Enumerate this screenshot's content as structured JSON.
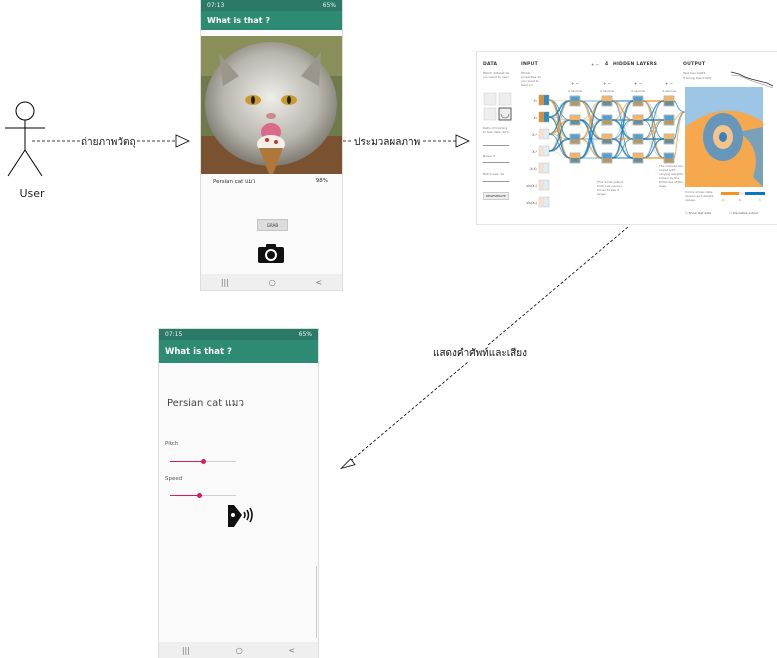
{
  "actor": {
    "label": "User"
  },
  "edges": {
    "capture": "ถ่ายภาพวัตถุ",
    "process": "ประมวลผลภาพ",
    "output": "แสดงคำศัพท์และเสียง"
  },
  "phone1": {
    "status_time": "07:13",
    "status_right": "65%",
    "app_title": "What is that ?",
    "result_label": "Persian cat แมว",
    "result_score": "98%",
    "grab_button": "GRAB",
    "nav": [
      "|||",
      "○",
      "<"
    ]
  },
  "phone2": {
    "status_time": "07:15",
    "status_right": "65%",
    "app_title": "What is that ?",
    "result_text": "Persian cat แมว",
    "pitch_label": "Pitch",
    "pitch_value": 0.5,
    "speed_label": "Speed",
    "speed_value": 0.45,
    "nav": [
      "|||",
      "○",
      "<"
    ]
  },
  "playground": {
    "data_head": "DATA",
    "data_q": "Which dataset do you want to use?",
    "ratio_label": "Ratio of training to test data: 50%",
    "noise_label": "Noise: 0",
    "batch_label": "Batch size: 10",
    "regen_button": "REGENERATE",
    "input_head": "INPUT",
    "input_q": "Which properties do you want to feed in?",
    "features": [
      "X₁",
      "X₂",
      "X₁²",
      "X₂²",
      "X₁X₂",
      "sin(X₁)",
      "sin(X₂)"
    ],
    "hidden_count": "4",
    "hidden_head": "HIDDEN LAYERS",
    "neurons": [
      "4 neurons",
      "4 neurons",
      "4 neurons",
      "4 neurons"
    ],
    "output_head": "OUTPUT",
    "test_loss": "Test loss 0.004",
    "training_loss": "Training loss 0.005",
    "colors_note": "Colors shows data, neuron and weight values.",
    "scale": [
      "-1",
      "0",
      "1"
    ],
    "show_test": "Show test data",
    "discretize": "Discretize output",
    "note1": "This is the output from one neuron. Hover to see it larger.",
    "note2": "The outputs are mixed with varying weights, shown by the thickness of the lines."
  },
  "colors": {
    "app_bar": "#2e8b73",
    "accent": "#d81b60",
    "orange": "#f59322",
    "blue": "#0877bd"
  }
}
